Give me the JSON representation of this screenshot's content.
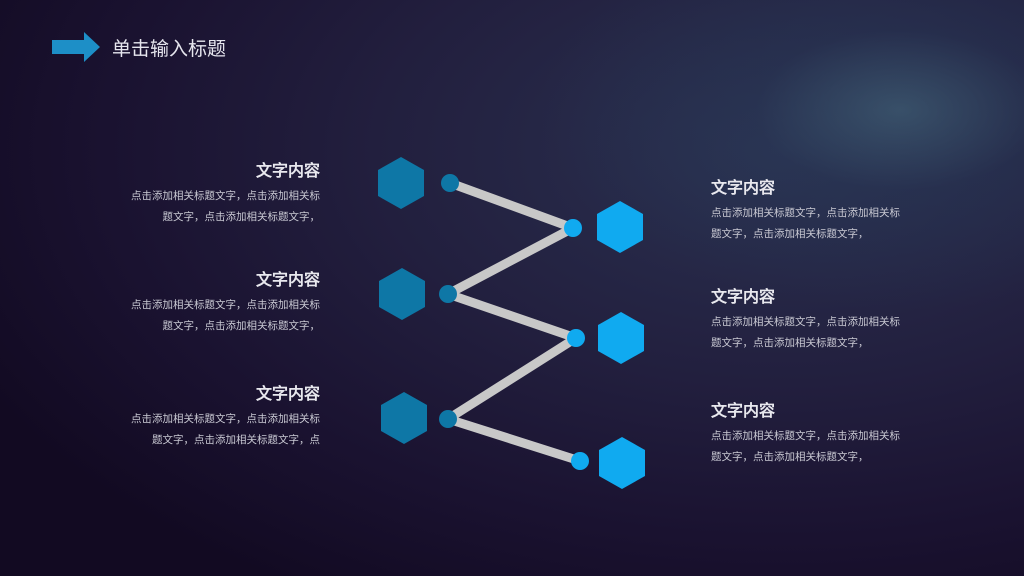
{
  "header": {
    "title": "单击输入标题",
    "accent_color": "#1d8fc7"
  },
  "colors": {
    "hex_dark": "#0e77a6",
    "hex_bright": "#10aaf0",
    "dot": "#0e77a6",
    "dot_bright": "#10aaf0",
    "line": "#c8c8c8"
  },
  "left_items": [
    {
      "heading": "文字内容",
      "body": "点击添加相关标题文字，点击添加相关标题文字，点击添加相关标题文字，"
    },
    {
      "heading": "文字内容",
      "body": "点击添加相关标题文字，点击添加相关标题文字，点击添加相关标题文字，"
    },
    {
      "heading": "文字内容",
      "body": "点击添加相关标题文字，点击添加相关标题文字，点击添加相关标题文字，点"
    }
  ],
  "right_items": [
    {
      "heading": "文字内容",
      "body": "点击添加相关标题文字，点击添加相关标题文字，点击添加相关标题文字，"
    },
    {
      "heading": "文字内容",
      "body": "点击添加相关标题文字，点击添加相关标题文字，点击添加相关标题文字，"
    },
    {
      "heading": "文字内容",
      "body": "点击添加相关标题文字，点击添加相关标题文字，点击添加相关标题文字，"
    }
  ]
}
